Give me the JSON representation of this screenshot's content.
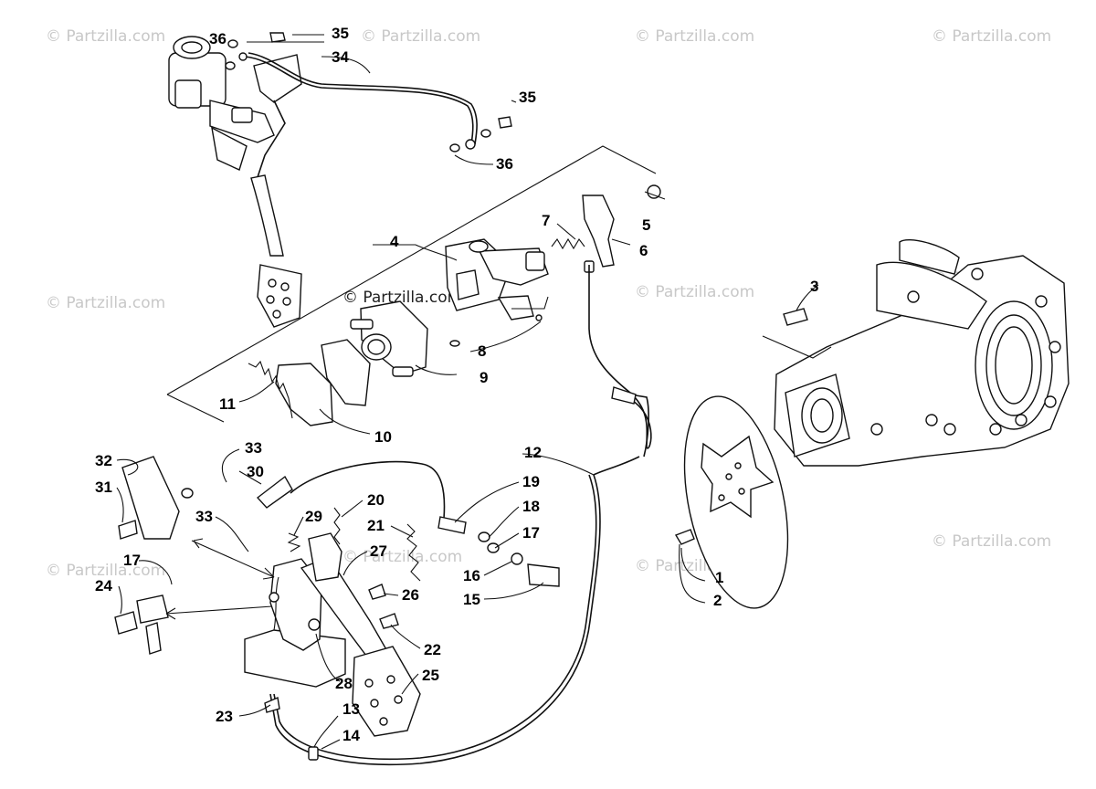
{
  "watermarks": {
    "corner": "© Partzilla.com",
    "center": "© Partzilla.com"
  },
  "callouts": {
    "c1": "1",
    "c2": "2",
    "c3": "3",
    "c4": "4",
    "c5": "5",
    "c6": "6",
    "c7": "7",
    "c8": "8",
    "c9": "9",
    "c10": "10",
    "c11": "11",
    "c12": "12",
    "c13": "13",
    "c14": "14",
    "c15": "15",
    "c16": "16",
    "c17a": "17",
    "c17b": "17",
    "c18": "18",
    "c19": "19",
    "c20": "20",
    "c21": "21",
    "c22": "22",
    "c23": "23",
    "c24": "24",
    "c25": "25",
    "c26": "26",
    "c27": "27",
    "c28": "28",
    "c29": "29",
    "c30": "30",
    "c31": "31",
    "c32": "32",
    "c33a": "33",
    "c33b": "33",
    "c34": "34",
    "c35a": "35",
    "c35b": "35",
    "c36a": "36",
    "c36b": "36"
  },
  "colors": {
    "line": "#111111",
    "watermark": "#c8c8c8",
    "background": "#ffffff"
  }
}
